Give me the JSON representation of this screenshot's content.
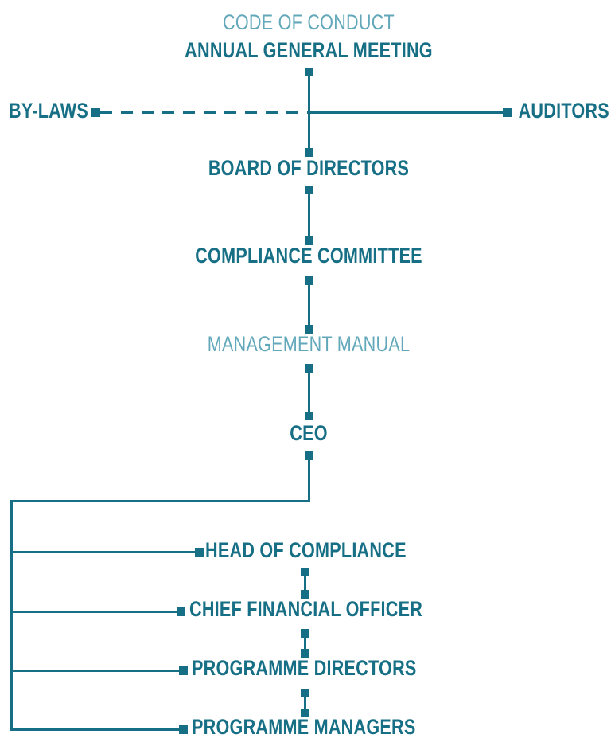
{
  "colors": {
    "primary": "#166f85",
    "muted": "#62a8ba"
  },
  "nodes": {
    "codeOfConduct": "CODE OF CONDUCT",
    "annualGeneralMeeting": "ANNUAL GENERAL MEETING",
    "byLaws": "BY-LAWS",
    "auditors": "AUDITORS",
    "boardOfDirectors": "BOARD OF DIRECTORS",
    "complianceCommittee": "COMPLIANCE COMMITTEE",
    "managementManual": "MANAGEMENT MANUAL",
    "ceo": "CEO",
    "headOfCompliance": "HEAD OF COMPLIANCE",
    "chiefFinancialOfficer": "CHIEF FINANCIAL OFFICER",
    "programmeDirectors": "PROGRAMME DIRECTORS",
    "programmeManagers": "PROGRAMME MANAGERS"
  },
  "edges": [
    {
      "from": "ANNUAL GENERAL MEETING",
      "to": "BY-LAWS",
      "style": "dashed"
    },
    {
      "from": "ANNUAL GENERAL MEETING",
      "to": "AUDITORS",
      "style": "solid"
    },
    {
      "from": "ANNUAL GENERAL MEETING",
      "to": "BOARD OF DIRECTORS",
      "style": "solid"
    },
    {
      "from": "BOARD OF DIRECTORS",
      "to": "COMPLIANCE COMMITTEE",
      "style": "solid"
    },
    {
      "from": "COMPLIANCE COMMITTEE",
      "to": "MANAGEMENT MANUAL",
      "style": "solid"
    },
    {
      "from": "MANAGEMENT MANUAL",
      "to": "CEO",
      "style": "solid"
    },
    {
      "from": "CEO",
      "to": "HEAD OF COMPLIANCE",
      "style": "solid"
    },
    {
      "from": "CEO",
      "to": "CHIEF FINANCIAL OFFICER",
      "style": "solid"
    },
    {
      "from": "CEO",
      "to": "PROGRAMME DIRECTORS",
      "style": "solid"
    },
    {
      "from": "CEO",
      "to": "PROGRAMME MANAGERS",
      "style": "solid"
    },
    {
      "from": "HEAD OF COMPLIANCE",
      "to": "CHIEF FINANCIAL OFFICER",
      "style": "solid"
    },
    {
      "from": "CHIEF FINANCIAL OFFICER",
      "to": "PROGRAMME DIRECTORS",
      "style": "solid"
    },
    {
      "from": "PROGRAMME DIRECTORS",
      "to": "PROGRAMME MANAGERS",
      "style": "solid"
    }
  ]
}
